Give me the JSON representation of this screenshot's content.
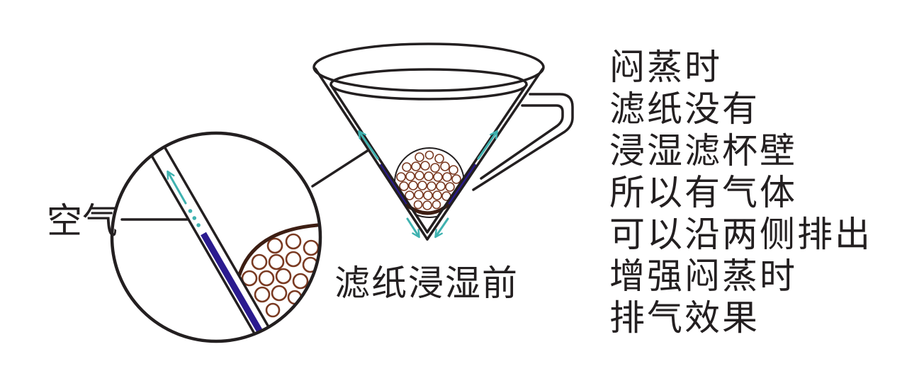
{
  "diagram": {
    "air_label": "空气",
    "caption": "滤纸浸湿前"
  },
  "explanation": {
    "lines": [
      "闷蒸时",
      "滤纸没有",
      "浸湿滤杯壁",
      "所以有气体",
      "可以沿两侧排出",
      "增强闷蒸时",
      "排气效果"
    ]
  },
  "colors": {
    "outline": "#231f20",
    "filter_contact": "#2b1b8f",
    "airflow_arrow": "#3fb2b0",
    "coffee_grounds": "#7a3a22",
    "background": "#ffffff"
  }
}
